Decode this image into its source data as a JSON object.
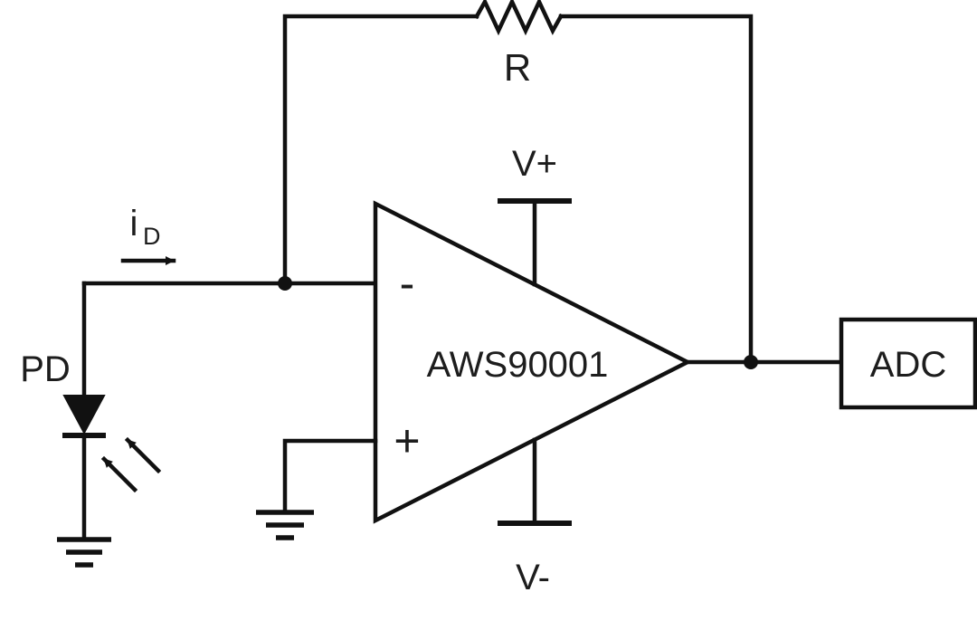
{
  "diagram": {
    "type": "circuit-schematic",
    "labels": {
      "feedback_resistor": "R",
      "positive_supply": "V+",
      "negative_supply": "V-",
      "opamp_part_number": "AWS90001",
      "inverting_input": "-",
      "noninverting_input": "+",
      "photodiode": "PD",
      "adc": "ADC",
      "photocurrent_symbol": "i",
      "photocurrent_subscript": "D"
    },
    "colors": {
      "line": "#111111",
      "text": "#1d1d1d",
      "background": "#ffffff"
    }
  }
}
